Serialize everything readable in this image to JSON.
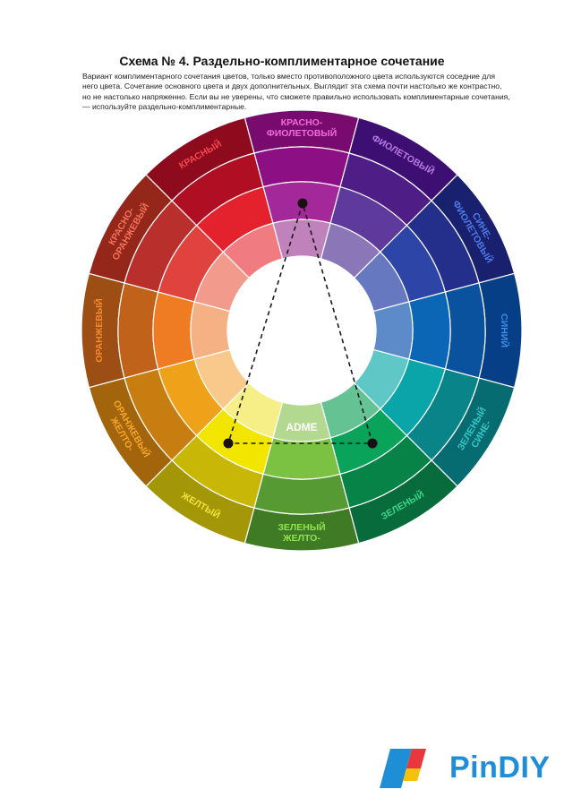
{
  "document": {
    "title": "Схема № 4. Раздельно-комплиментарное сочетание",
    "description": "Вариант комплиментарного сочетания цветов, только вместо противоположного цвета используются соседние для него цвета. Сочетание основного цвета и двух дополнительных. Выглядит эта схема почти настолько же контрастно, но не настолько напряженно. Если вы не уверены, что сможете правильно использовать комплиментарные сочетания, — используйте раздельно-комплиментарные."
  },
  "wheel": {
    "center_label": "ADME",
    "segments": [
      {
        "label": "КРАСНО-ФИОЛЕТОВЫЙ",
        "label_lines": [
          "КРАСНО-",
          "ФИОЛЕТОВЫЙ"
        ],
        "label_color": "#f06ad8",
        "colors": [
          "#7a0b6e",
          "#8c1083",
          "#a3299b",
          "#bf82bb"
        ]
      },
      {
        "label": "ФИОЛЕТОВЫЙ",
        "label_lines": [
          "ФИОЛЕТОВЫЙ"
        ],
        "label_color": "#b77ae6",
        "colors": [
          "#3e0f72",
          "#4e1d86",
          "#5f3a9d",
          "#8b76b8"
        ]
      },
      {
        "label": "СИНЕ-ФИОЛЕТОВЫЙ",
        "label_lines": [
          "СИНЕ-",
          "ФИОЛЕТОВЫЙ"
        ],
        "label_color": "#4f7be8",
        "colors": [
          "#19206e",
          "#232f8a",
          "#2d45a6",
          "#6678bf"
        ]
      },
      {
        "label": "СИНИЙ",
        "label_lines": [
          "СИНИЙ"
        ],
        "label_color": "#3b8ee8",
        "colors": [
          "#063f86",
          "#0a529e",
          "#0c66b6",
          "#5d8ac9"
        ]
      },
      {
        "label": "СИНЕ-ЗЕЛЕНЫЙ",
        "label_lines": [
          "СИНЕ-",
          "ЗЕЛЕНЫЙ"
        ],
        "label_color": "#35c8c8",
        "colors": [
          "#076c72",
          "#098489",
          "#0aa5a8",
          "#5fc8c6"
        ]
      },
      {
        "label": "ЗЕЛЕНЫЙ",
        "label_lines": [
          "ЗЕЛЕНЫЙ"
        ],
        "label_color": "#3ed38a",
        "colors": [
          "#076b3c",
          "#088348",
          "#0aa35a",
          "#64c293"
        ]
      },
      {
        "label": "ЖЕЛТО-ЗЕЛЕНЫЙ",
        "label_lines": [
          "ЖЕЛТО-",
          "ЗЕЛЕНЫЙ"
        ],
        "label_color": "#8fe34f",
        "colors": [
          "#3f7a25",
          "#559a32",
          "#7bc142",
          "#b2d98f"
        ]
      },
      {
        "label": "ЖЕЛТЫЙ",
        "label_lines": [
          "ЖЕЛТЫЙ"
        ],
        "label_color": "#f2e23a",
        "colors": [
          "#a39707",
          "#c8b706",
          "#f2e600",
          "#f6ef88"
        ]
      },
      {
        "label": "ЖЕЛТО-ОРАНЖЕВЫЙ",
        "label_lines": [
          "ЖЕЛТО-",
          "ОРАНЖЕВЫЙ"
        ],
        "label_color": "#f6a62a",
        "colors": [
          "#a3650b",
          "#c77d10",
          "#f0a11a",
          "#f8c98a"
        ]
      },
      {
        "label": "ОРАНЖЕВЫЙ",
        "label_lines": [
          "ОРАНЖЕВЫЙ"
        ],
        "label_color": "#f58a2c",
        "colors": [
          "#9d4e14",
          "#c0621a",
          "#ef7c22",
          "#f5b084"
        ]
      },
      {
        "label": "КРАСНО-ОРАНЖЕВЫЙ",
        "label_lines": [
          "КРАСНО-",
          "ОРАНЖЕВЫЙ"
        ],
        "label_color": "#f2735a",
        "colors": [
          "#94271a",
          "#b82f2c",
          "#e0433e",
          "#f29a8b"
        ]
      },
      {
        "label": "КРАСНЫЙ",
        "label_lines": [
          "КРАСНЫЙ"
        ],
        "label_color": "#f5474f",
        "colors": [
          "#8e0a1d",
          "#b00f23",
          "#e3222e",
          "#f07c82"
        ]
      }
    ]
  },
  "brand": {
    "name": "PinDIY",
    "logo_colors": [
      "#1e8fd6",
      "#e8383d",
      "#f4c20d"
    ]
  }
}
